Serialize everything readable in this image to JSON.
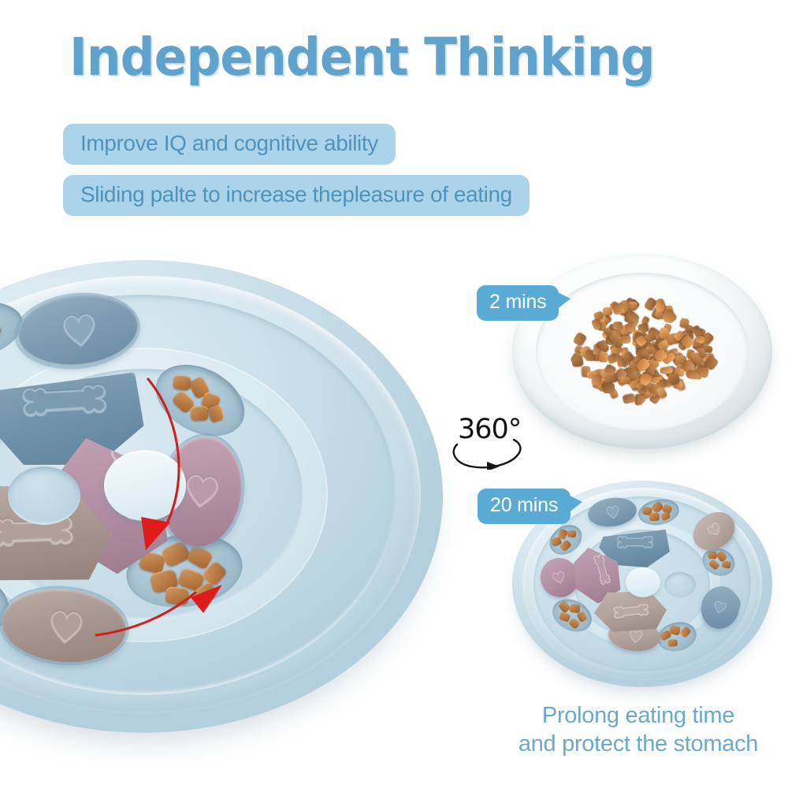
{
  "headline": {
    "text": "Independent Thinking",
    "color": "#5fa3cd"
  },
  "features": [
    {
      "label": "Improve IQ and cognitive ability"
    },
    {
      "label": "Sliding palte to increase thepleasure of eating"
    }
  ],
  "feature_pill": {
    "bg": "#abd4ea",
    "text_color": "#4f93bd"
  },
  "rotation_badge": {
    "label": "360°",
    "icon": "rotate-arrow-icon"
  },
  "callouts": [
    {
      "name": "plate-time",
      "label": "2 mins",
      "bg": "#5aaad6",
      "text_color": "#ffffff"
    },
    {
      "name": "feeder-time",
      "label": "20 mins",
      "bg": "#5aaad6",
      "text_color": "#ffffff"
    }
  ],
  "caption": {
    "line1": "Prolong eating time",
    "line2": "and protect the stomach",
    "color": "#6aa9ce"
  },
  "product": {
    "name": "dog-slow-feeder-puzzle-bowl",
    "body_color": "#c5dbe6",
    "slider_colors": {
      "blue": "#7193ab",
      "mauve": "#b38fa3",
      "taupe": "#a6958f",
      "blue_light": "#8aa8bd",
      "taupe_light": "#b8aaa3"
    },
    "kibble_color": "#b87c45",
    "arrow_color": "#d61f1f",
    "emboss_icons": [
      "bone-icon",
      "heart-icon"
    ],
    "main_view": {
      "inner_sliders": [
        {
          "name": "wedge-blue-bone",
          "icon": "bone-icon",
          "color": "#7193ab"
        },
        {
          "name": "wedge-mauve-bone",
          "icon": "bone-icon",
          "color": "#b38fa3"
        },
        {
          "name": "wedge-taupe-bone",
          "icon": "bone-icon",
          "color": "#a6958f"
        },
        {
          "name": "wedge-empty-slot",
          "icon": "none",
          "color": "#bcd7e3"
        }
      ],
      "outer_sliders": [
        {
          "name": "oval-blue-heart",
          "icon": "heart-icon",
          "color": "#7d9cb3"
        },
        {
          "name": "oval-mauve-heart",
          "icon": "heart-icon",
          "color": "#b38fa3"
        },
        {
          "name": "oval-taupe-heart-left",
          "icon": "heart-icon",
          "color": "#a6958f"
        },
        {
          "name": "oval-taupe-heart-bottom",
          "icon": "heart-icon",
          "color": "#a6958f"
        },
        {
          "name": "oval-blue-heart-left",
          "icon": "heart-icon",
          "color": "#7d9cb3"
        }
      ],
      "food_wells": 4
    },
    "small_view": {
      "inner_sliders": [
        {
          "name": "wedge-blue-bone",
          "icon": "bone-icon",
          "color": "#7193ab"
        },
        {
          "name": "wedge-mauve-bone",
          "icon": "bone-icon",
          "color": "#b38fa3"
        },
        {
          "name": "wedge-taupe-bone",
          "icon": "bone-icon",
          "color": "#a6958f"
        },
        {
          "name": "wedge-empty-slot",
          "icon": "none",
          "color": "#bcd7e3"
        }
      ],
      "outer_sliders": [
        {
          "name": "oval-blue-heart-top",
          "icon": "heart-icon",
          "color": "#7d9cb3"
        },
        {
          "name": "oval-taupe-heart-right",
          "icon": "heart-icon",
          "color": "#b5a79f"
        },
        {
          "name": "oval-blue-heart-lower-right",
          "icon": "heart-icon",
          "color": "#7d9cb3"
        },
        {
          "name": "oval-taupe-heart-bottom",
          "icon": "heart-icon",
          "color": "#b0a19a"
        },
        {
          "name": "oval-mauve-heart-left",
          "icon": "heart-icon",
          "color": "#b38fa3"
        }
      ],
      "food_wells": 6
    }
  },
  "plate": {
    "name": "food-plate",
    "color": "#ffffff",
    "contents": "dry-kibble"
  }
}
